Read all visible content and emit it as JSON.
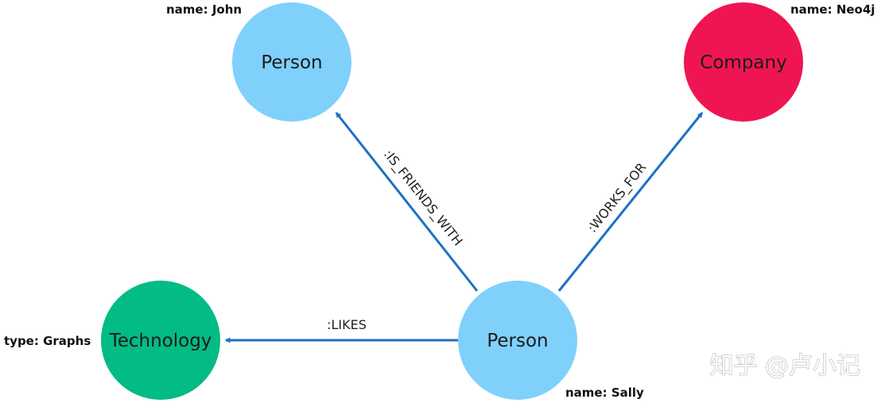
{
  "colors": {
    "person": "#80d0fc",
    "company": "#ef1552",
    "technology": "#03bb85",
    "edge": "#1f6fc4"
  },
  "nodes": {
    "john": {
      "label": "Person",
      "property": "name: John"
    },
    "neo4j": {
      "label": "Company",
      "property": "name: Neo4j"
    },
    "technology": {
      "label": "Technology",
      "property": "type: Graphs"
    },
    "sally": {
      "label": "Person",
      "property": "name: Sally"
    }
  },
  "edges": {
    "is_friends_with": {
      "label": ":IS_FRIENDS_WITH"
    },
    "works_for": {
      "label": ":WORKS_FOR"
    },
    "likes": {
      "label": ":LIKES"
    }
  },
  "watermark": "知乎 @卢小记"
}
